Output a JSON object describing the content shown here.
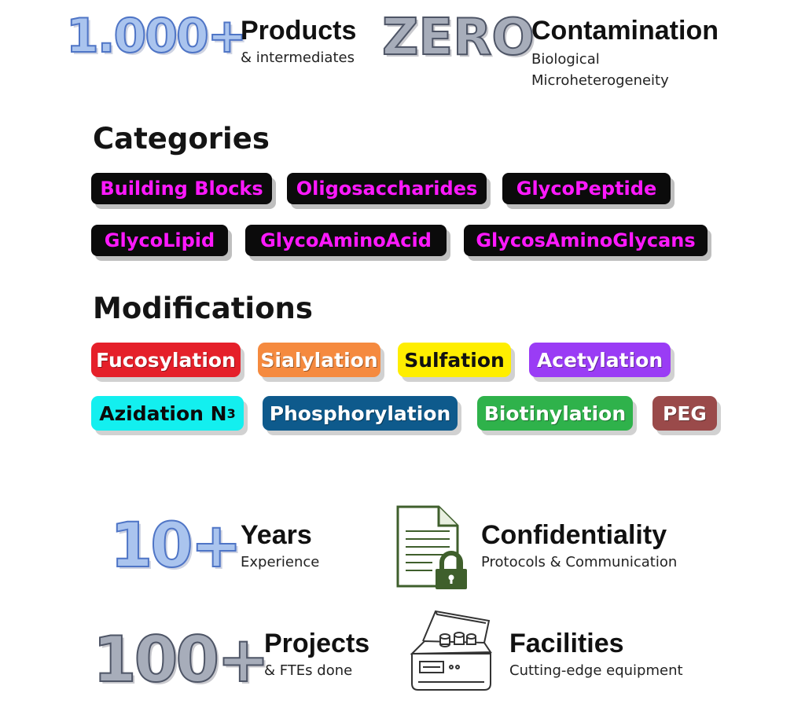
{
  "top_stats": {
    "products": {
      "number": "1.000+",
      "title": "Products",
      "subtitle": "& intermediates"
    },
    "contamination": {
      "number": "ZERO",
      "title": "Contamination",
      "subtitle_line1": "Biological",
      "subtitle_line2": "Microheterogeneity"
    }
  },
  "categories": {
    "heading": "Categories",
    "items": [
      "Building Blocks",
      "Oligosaccharides",
      "GlycoPeptide",
      "GlycoLipid",
      "GlycoAminoAcid",
      "GlycosAminoGlycans"
    ]
  },
  "modifications": {
    "heading": "Modifications",
    "items": [
      {
        "label": "Fucosylation",
        "color": "#e5202a",
        "text_color": "#ffffff"
      },
      {
        "label": "Sialylation",
        "color": "#f58a3f",
        "text_color": "#ffffff"
      },
      {
        "label": "Sulfation",
        "color": "#ffee00",
        "text_color": "#111111"
      },
      {
        "label": "Acetylation",
        "color": "#9a3cf5",
        "text_color": "#ffffff"
      },
      {
        "label": "Azidation N",
        "subscript": "3",
        "color": "#13efef",
        "text_color": "#0b0b0b"
      },
      {
        "label": "Phosphorylation",
        "color": "#0e5a8c",
        "text_color": "#ffffff"
      },
      {
        "label": "Biotinylation",
        "color": "#2fb24b",
        "text_color": "#ffffff"
      },
      {
        "label": "PEG",
        "color": "#9a4a4a",
        "text_color": "#ffffff"
      }
    ]
  },
  "bottom_stats": {
    "years": {
      "number": "10+",
      "title": "Years",
      "subtitle": "Experience"
    },
    "confidentiality": {
      "title": "Confidentiality",
      "subtitle": "Protocols & Communication",
      "icon": "document-lock-icon"
    },
    "projects": {
      "number": "100+",
      "title": "Projects",
      "subtitle": "& FTEs done"
    },
    "facilities": {
      "title": "Facilities",
      "subtitle": "Cutting-edge equipment",
      "icon": "centrifuge-icon"
    }
  },
  "colors": {
    "blue_accent": "#4f75c6",
    "grey_accent": "#4e5566",
    "category_text": "#ff19ff",
    "icon_green": "#3f5f2c"
  }
}
